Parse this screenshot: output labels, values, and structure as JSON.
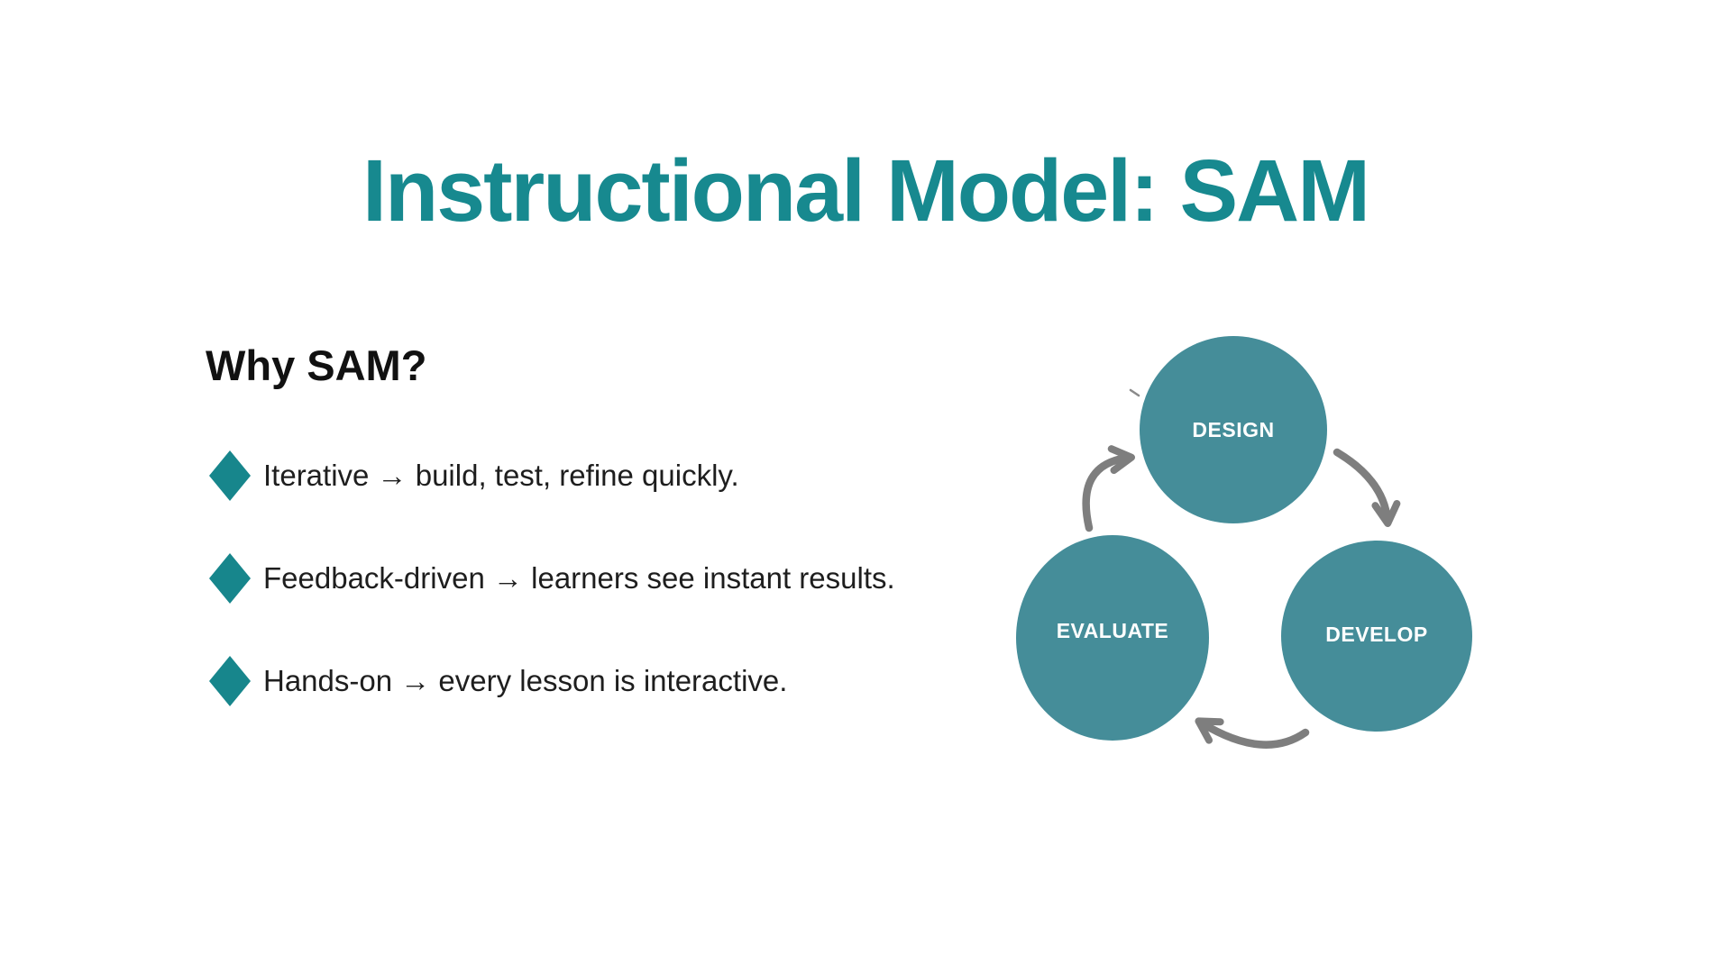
{
  "slide": {
    "title": "Instructional Model: SAM",
    "heading": "Why SAM?",
    "bullets": [
      "Iterative → build, test, refine quickly.",
      "Feedback-driven → learners see instant results.",
      "Hands-on → every lesson is interactive."
    ],
    "diagram": {
      "type": "cycle",
      "nodes": [
        {
          "label": "DESIGN"
        },
        {
          "label": "DEVELOP"
        },
        {
          "label": "EVALUATE"
        }
      ],
      "flow": [
        "DESIGN → DEVELOP",
        "DEVELOP → EVALUATE",
        "EVALUATE → DESIGN"
      ]
    },
    "colors": {
      "title_teal": "#17898F",
      "diamond_teal": "#17868C",
      "circle_teal": "#458D99",
      "arrow_gray": "#7E7E7E",
      "heading_dark": "#111111",
      "body_dark": "#1E1E1E",
      "label_white": "#FFFFFF"
    }
  }
}
